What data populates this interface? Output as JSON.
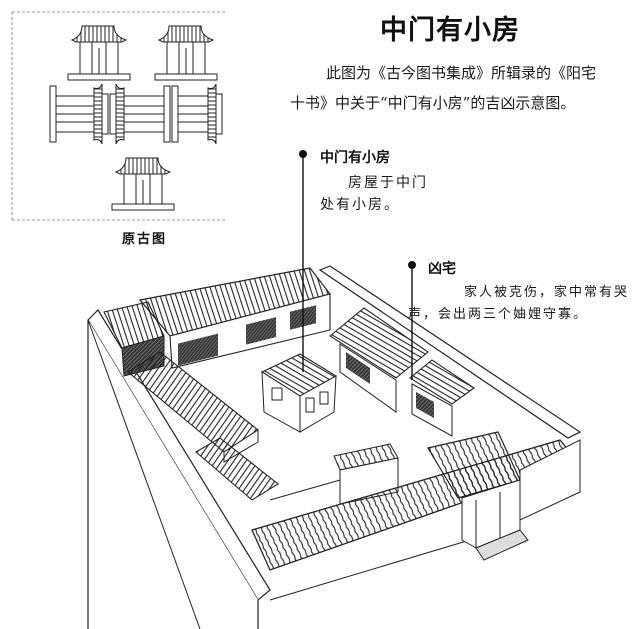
{
  "header": {
    "title": "中门有小房",
    "intro_line1": "此图为《古今图书集成》所辑录的《阳宅",
    "intro_line2": "十书》中关于“中门有小房”的吉凶示意图。"
  },
  "original_figure": {
    "caption": "原古图"
  },
  "annotations": [
    {
      "title": "中门有小房",
      "body_line1": "房屋于中门",
      "body_line2": "处有小房。"
    },
    {
      "title": "凶宅",
      "body_line1": "家人被克伤，家中常有哭",
      "body_line2": "声，会出两三个妯娌守寡。"
    }
  ],
  "colors": {
    "ink": "#111111",
    "paper": "#ffffff",
    "hatch": "#2a2a2a",
    "dark_window": "#333333"
  }
}
